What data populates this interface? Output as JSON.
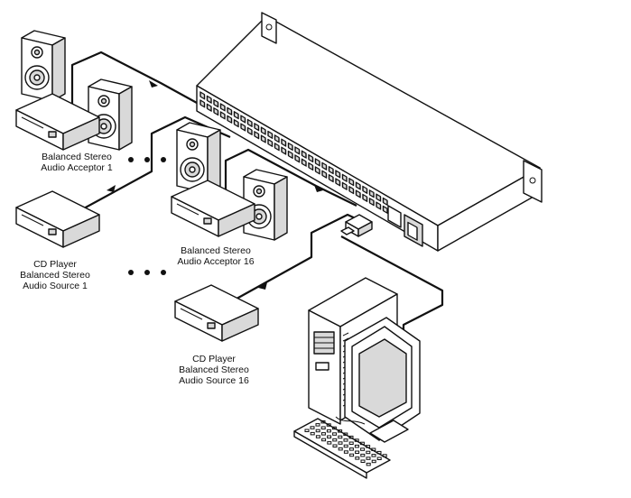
{
  "labels": {
    "acceptor1": [
      "Balanced Stereo",
      "Audio Acceptor 1"
    ],
    "acceptor16": [
      "Balanced Stereo",
      "Audio Acceptor 16"
    ],
    "source1": [
      "CD Player",
      "Balanced Stereo",
      "Audio Source 1"
    ],
    "source16": [
      "CD Player",
      "Balanced Stereo",
      "Audio Source 16"
    ]
  },
  "icons": [
    "rack-unit-icon",
    "speaker-icon",
    "amplifier-icon",
    "cd-player-icon",
    "computer-tower-icon",
    "monitor-icon",
    "keyboard-icon",
    "serial-connector-icon",
    "ellipsis-dots-icon"
  ],
  "colors": {
    "line": "#111111",
    "fill": "#ffffff",
    "shade": "#d9d9d9"
  }
}
